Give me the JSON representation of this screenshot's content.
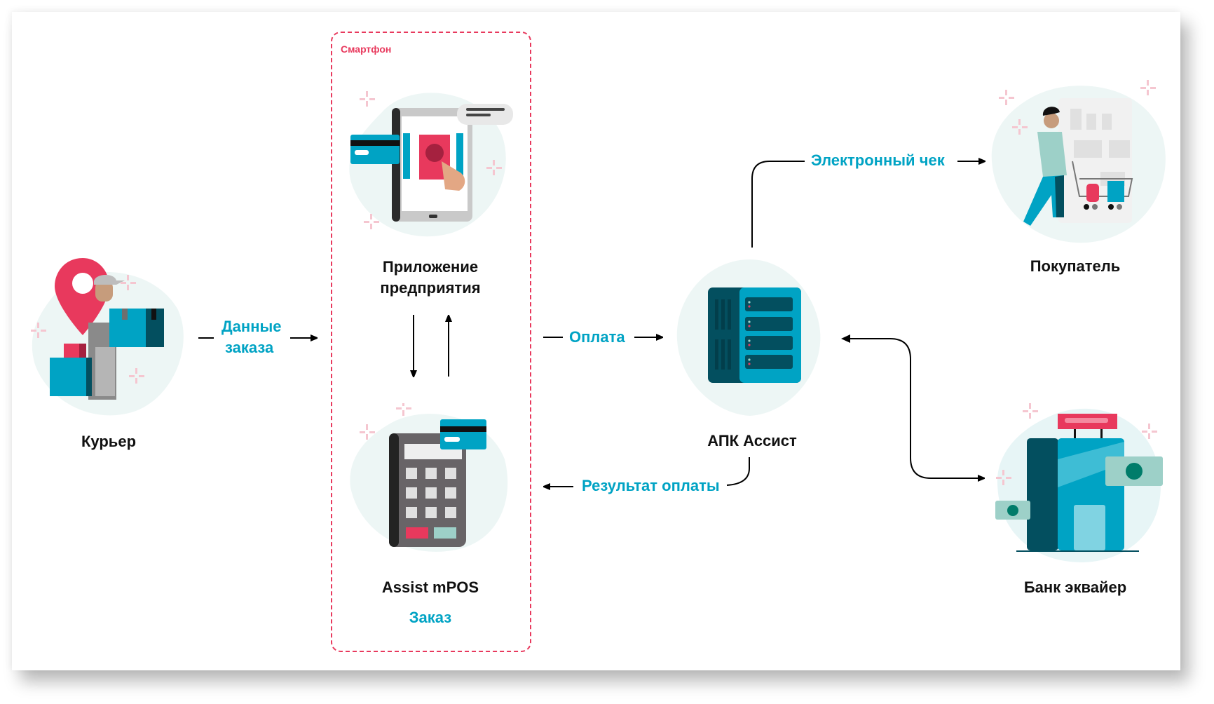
{
  "diagram": {
    "group": {
      "label": "Смартфон"
    },
    "nodes": {
      "courier": {
        "label": "Курьер",
        "icon": "courier-icon"
      },
      "enterprise_app": {
        "label_line1": "Приложение",
        "label_line2": "предприятия",
        "icon": "tablet-app-icon"
      },
      "mpos": {
        "label": "Assist mPOS",
        "sublabel": "Заказ",
        "icon": "pos-terminal-icon"
      },
      "apk": {
        "label": "АПК Ассист",
        "icon": "server-icon"
      },
      "buyer": {
        "label": "Покупатель",
        "icon": "shopper-icon"
      },
      "bank": {
        "label": "Банк эквайер",
        "icon": "bank-building-icon"
      }
    },
    "edges": {
      "order_data": {
        "label_line1": "Данные",
        "label_line2": "заказа",
        "from": "Курьер",
        "to": "Приложение предприятия"
      },
      "payment": {
        "label": "Оплата",
        "from": "Смартфон",
        "to": "АПК Ассист"
      },
      "payment_result": {
        "label": "Результат оплаты",
        "from": "АПК Ассист",
        "to": "Смартфон"
      },
      "receipt": {
        "label": "Электронный чек",
        "from": "АПК Ассист",
        "to": "Покупатель"
      },
      "bank_link": {
        "label": "",
        "from": "АПК Ассист",
        "to": "Банк эквайер",
        "bidirectional": true
      },
      "app_to_mpos": {
        "label": "",
        "from": "Приложение предприятия",
        "to": "Assist mPOS"
      },
      "mpos_to_app": {
        "label": "",
        "from": "Assist mPOS",
        "to": "Приложение предприятия"
      }
    },
    "colors": {
      "accent_teal": "#00a3c4",
      "accent_red": "#e8395d",
      "dark_teal": "#034f5f",
      "blob": "#edf6f5"
    }
  }
}
